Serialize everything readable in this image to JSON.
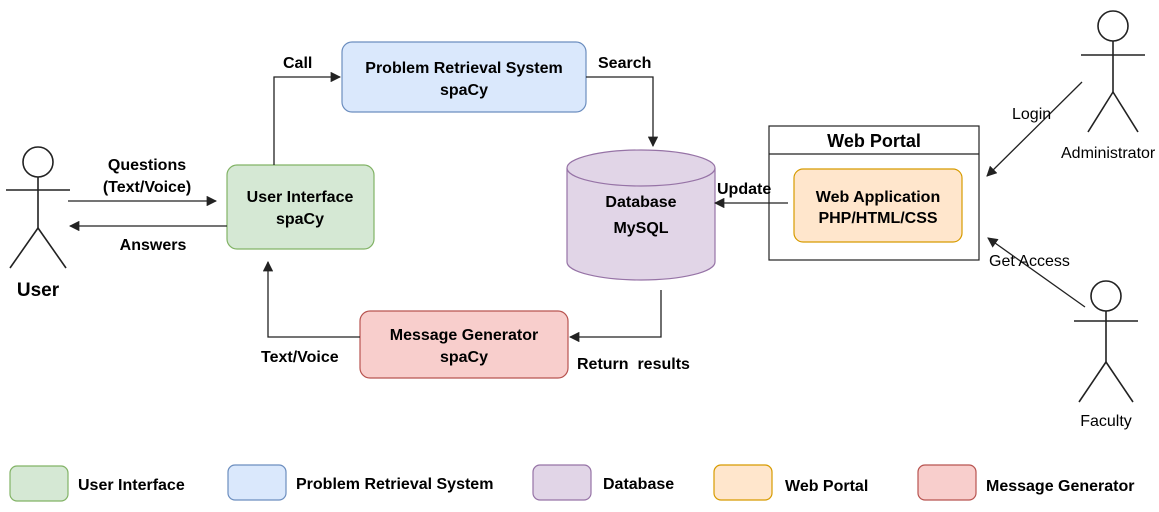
{
  "actors": {
    "user": "User",
    "administrator": "Administrator",
    "faculty": "Faculty"
  },
  "nodes": {
    "prs": {
      "line1": "Problem Retrieval System",
      "line2": "spaCy"
    },
    "ui": {
      "line1": "User Interface",
      "line2": "spaCy"
    },
    "db": {
      "line1": "Database",
      "line2": "MySQL"
    },
    "portal_title": "Web Portal",
    "webapp": {
      "line1": "Web Application",
      "line2": "PHP/HTML/CSS"
    },
    "msg": {
      "line1": "Message Generator",
      "line2": "spaCy"
    }
  },
  "edges": {
    "call": "Call",
    "search": "Search",
    "questions_line1": "Questions",
    "questions_line2": "(Text/Voice)",
    "answers": "Answers",
    "update": "Update",
    "login": "Login",
    "get_access": "Get Access",
    "return_results": "Return  results",
    "text_voice": "Text/Voice"
  },
  "legend": [
    {
      "label": "User Interface",
      "fill": "#d5e8d4",
      "stroke": "#82b366"
    },
    {
      "label": "Problem Retrieval System",
      "fill": "#dae8fc",
      "stroke": "#6c8ebf"
    },
    {
      "label": "Database",
      "fill": "#e1d5e7",
      "stroke": "#9673a6"
    },
    {
      "label": "Web Portal",
      "fill": "#ffe6cc",
      "stroke": "#d79b00"
    },
    {
      "label": "Message Generator",
      "fill": "#f8cecc",
      "stroke": "#b85450"
    }
  ],
  "colors": {
    "ui": "#d5e8d4",
    "prs": "#dae8fc",
    "db": "#e1d5e7",
    "webapp": "#ffe6cc",
    "msg": "#f8cecc",
    "line": "#222222"
  }
}
